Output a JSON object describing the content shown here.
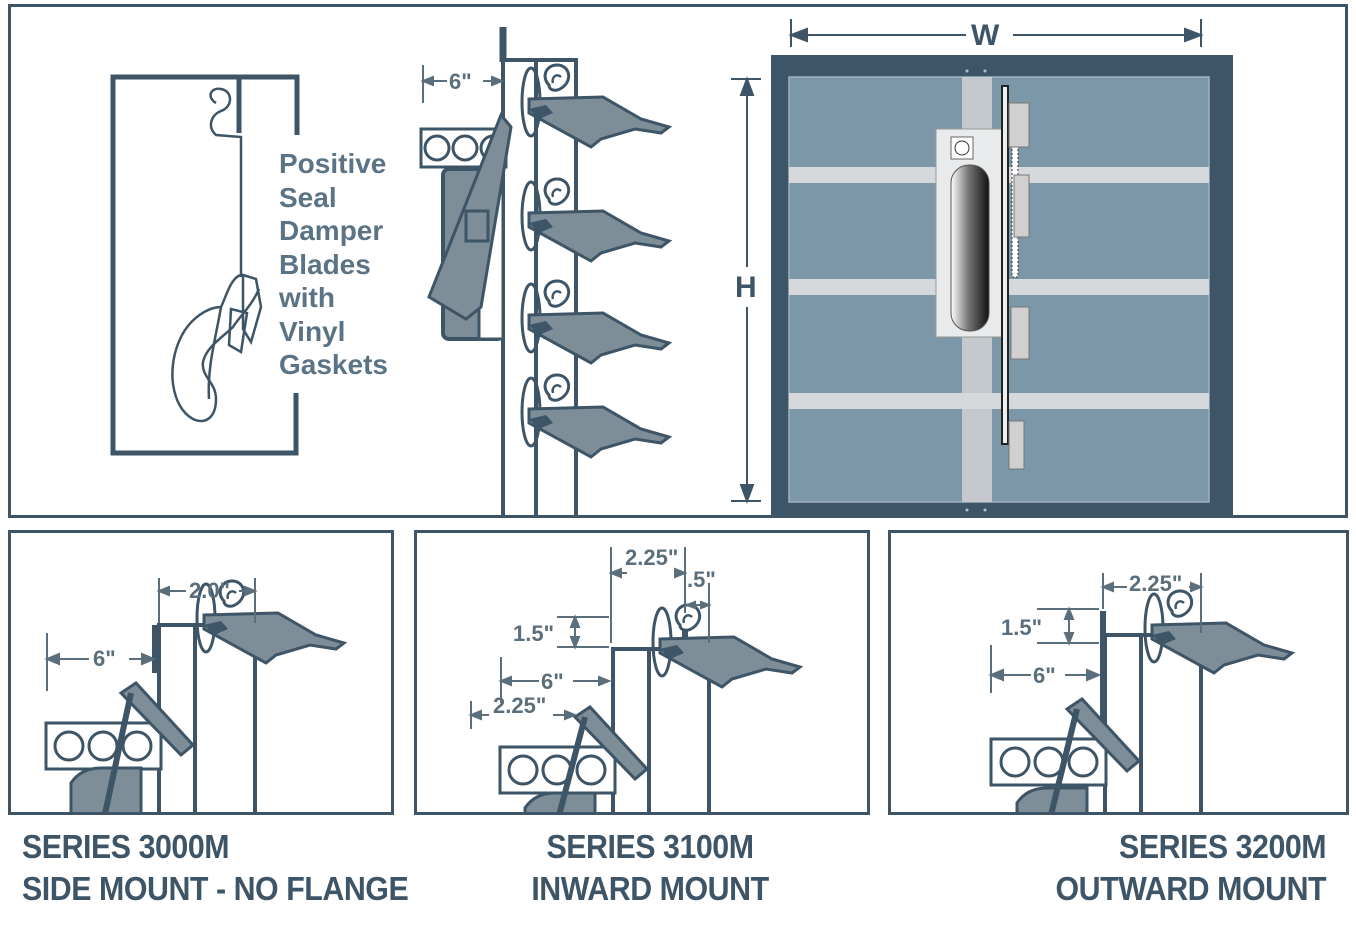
{
  "colors": {
    "frame": "#3d5566",
    "glass": "#7a96a8",
    "mullion": "#c8ccd0",
    "blade_fill": "#7d8e99"
  },
  "blade_detail": {
    "lines": [
      "Positive",
      "Seal",
      "Damper",
      "Blades",
      "with",
      "Vinyl",
      "Gaskets"
    ]
  },
  "top_section": {
    "dim_flange": "6\"",
    "dim_width": "W",
    "dim_height": "H"
  },
  "series_3000": {
    "dim_a": "2.0\"",
    "dim_b": "6\"",
    "title": "SERIES 3000M",
    "subtitle": "SIDE MOUNT - NO FLANGE"
  },
  "series_3100": {
    "dim_a": "2.25\"",
    "dim_b": ".5\"",
    "dim_c": "1.5\"",
    "dim_d": "6\"",
    "dim_e": "2.25\"",
    "title": "SERIES 3100M",
    "subtitle": "INWARD MOUNT"
  },
  "series_3200": {
    "dim_a": "2.25\"",
    "dim_b": "1.5\"",
    "dim_c": "6\"",
    "title": "SERIES 3200M",
    "subtitle": "OUTWARD MOUNT"
  }
}
